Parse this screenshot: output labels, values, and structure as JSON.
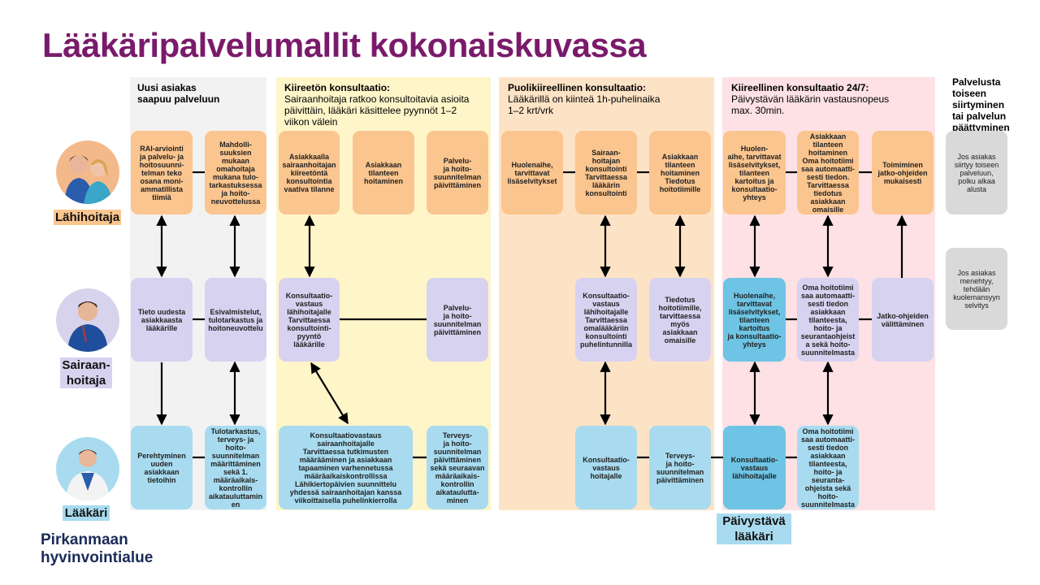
{
  "title": "Lääkäripalvelumallit kokonaiskuvassa",
  "logo": "Pirkanmaan\nhyvinvointialue",
  "colors": {
    "title": "#7a1a6b",
    "lane_gray": "#f2f2f2",
    "lane_yellow": "#fef5c9",
    "lane_peach": "#fde3c6",
    "lane_pink": "#fde1e5",
    "box_orange": "#fbc58f",
    "box_purple": "#d7d2f0",
    "box_blue": "#a8dbef",
    "box_dark_blue": "#6ec4e4",
    "box_gray": "#d9d9d9"
  },
  "roles": {
    "lahihoitaja": "Lähihoitaja",
    "sairaanhoitaja": "Sairaan-\nhoitaja",
    "laakari": "Lääkäri",
    "paivystava": "Päivystävä\nlääkäri"
  },
  "lanes": {
    "uusi": {
      "title": "Uusi asiakas\nsaapuu palveluun",
      "desc": ""
    },
    "kiireeton": {
      "title": "Kiireetön konsultaatio:",
      "desc": "Sairaanhoitaja ratkoo konsultoitavia asioita\npäivittäin, lääkäri käsittelee pyynnöt 1–2\nviikon välein"
    },
    "puolikiireellinen": {
      "title": "Puolikiireellinen konsultaatio:",
      "desc": "Lääkärillä on kiinteä 1h-puhelinaika\n1–2 krt/vrk"
    },
    "kiireellinen": {
      "title": "Kiireellinen konsultaatio 24/7:",
      "desc": "Päivystävän lääkärin vastausnopeus\nmax. 30min."
    },
    "siirtyminen": {
      "title": "Palvelusta\ntoiseen\nsiirtyminen\ntai palvelun\npäättyminen",
      "desc": ""
    }
  },
  "boxes": {
    "u_lh1": "RAI-arviointi\nja palvelu- ja\nhoitosuunni-\ntelman teko\nosana moni-\nammatillista\ntiimiä",
    "u_lh2": "Mahdolli-\nsuuksien\nmukaan\nomahoitaja\nmukana tulo-\ntarkastuksessa\nja hoito-\nneuvottelussa",
    "u_sh1": "Tieto uudesta\nasiakkaasta\nlääkärille",
    "u_sh2": "Esivalmistelut,\ntulotarkastus ja\nhoitoneuvottelu",
    "u_l1": "Perehtyminen\nuuden\nasiakkaan\ntietoihin",
    "u_l2": "Tulotarkastus,\nterveys- ja\nhoito-\nsuunnitelman\nmäärittäminen\nsekä 1.\nmääräaikais-\nkontrollin\naikatauluttamin\nen",
    "k_lh1": "Asiakkaalla\nsairaanhoitajan\nkiireetöntä\nkonsultointia\nvaativa tilanne",
    "k_lh2": "Asiakkaan\ntilanteen\nhoitaminen",
    "k_lh3": "Palvelu-\nja hoito-\nsuunnitelman\npäivittäminen",
    "k_sh1": "Konsultaatio-\nvastaus\nlähihoitajalle\nTarvittaessa\nkonsultointi-\npyyntö\nlääkärille",
    "k_sh3": "Palvelu-\nja hoito-\nsuunnitelman\npäivittäminen",
    "k_l1": "Konsultaatiovastaus\nsairaanhoitajalle\nTarvittaessa tutkimusten\nmäärääminen ja asiakkaan\ntapaaminen varhennetussa\nmääräaikaiskontrollissa\nLähikiertopäivien suunnittelu\nyhdessä sairaanhoitajan kanssa\nviikoittaisella puhelinkierrolla",
    "k_l3": "Terveys-\nja hoito-\nsuunnitelman\npäivittäminen\nsekä seuraavan\nmääräaikais-\nkontrollin\naikataulutta-\nminen",
    "p_lh1": "Huolenaihe,\ntarvittavat\nlisäselvitykset",
    "p_lh2": "Sairaan-\nhoitajan\nkonsultointi\nTarvittaessa\nlääkärin\nkonsultointi",
    "p_lh3": "Asiakkaan\ntilanteen\nhoitaminen\nTiedotus\nhoitotiimille",
    "p_sh2": "Konsultaatio-\nvastaus\nlähihoitajalle\nTarvittaessa\nomalääkäriin\nkonsultointi\npuhelintunnilla",
    "p_sh3": "Tiedotus\nhoitotiimille,\ntarvittaessa\nmyös\nasiakkaan\nomaisille",
    "p_l2": "Konsultaatio-\nvastaus\nhoitajalle",
    "p_l3": "Terveys-\nja hoito-\nsuunnitelman\npäivittäminen",
    "ki_lh1": "Huolen-\naihe, tarvittavat\nlisäselvitykset,\ntilanteen\nkartoitus ja\nkonsultaatio-\nyhteys",
    "ki_lh2": "Asiakkaan\ntilanteen\nhoitaminen\nOma hoitotiimi\nsaa automaatti-\nsesti tiedon.\nTarvittaessa\ntiedotus\nasiakkaan\nomaisille",
    "ki_lh3": "Toimiminen\njatko-ohjeiden\nmukaisesti",
    "ki_sh1": "Huolenaihe,\ntarvittavat\nlisäselvitykset,\ntilanteen\nkartoitus\nja konsultaatio-\nyhteys",
    "ki_sh2": "Oma hoitotiimi\nsaa automaatti-\nsesti tiedon\nasiakkaan\ntilanteesta,\nhoito- ja\nseurantaohjeist\na sekä hoito-\nsuunnitelmasta",
    "ki_sh3": "Jatko-ohjeiden\nvälittäminen",
    "ki_l1": "Konsultaatio-\nvastaus\nlähihoitajalle",
    "ki_l2": "Oma hoitotiimi\nsaa automaatti-\nsesti tiedon\nasiakkaan\ntilanteesta,\nhoito- ja\nseuranta-\nohjeista sekä\nhoito-\nsuunnitelmasta",
    "s1": "Jos asiakas\nsiirtyy toiseen\npalveluun,\npolku alkaa\nalusta",
    "s2": "Jos asiakas\nmenehtyy,\ntehdään\nkuolemansyyn\nselvitys"
  }
}
